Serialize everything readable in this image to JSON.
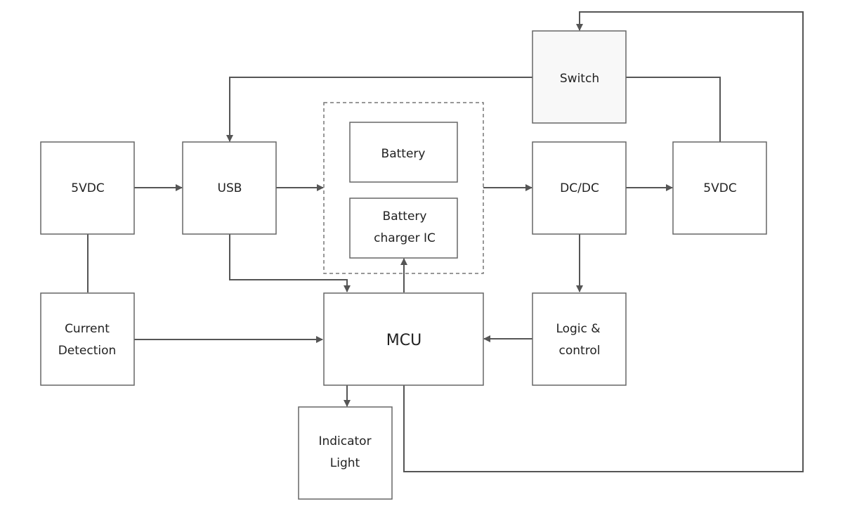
{
  "nodes": {
    "switch": {
      "label": "Switch"
    },
    "vdc_in": {
      "label": "5VDC"
    },
    "usb": {
      "label": "USB"
    },
    "battery": {
      "label": "Battery"
    },
    "charger": {
      "line1": "Battery",
      "line2": "charger IC"
    },
    "dcdc": {
      "label": "DC/DC"
    },
    "vdc_out": {
      "label": "5VDC"
    },
    "current": {
      "line1": "Current",
      "line2": "Detection"
    },
    "mcu": {
      "label": "MCU"
    },
    "logic": {
      "line1": "Logic &",
      "line2": "control"
    },
    "indicator": {
      "line1": "Indicator",
      "line2": "Light"
    }
  },
  "colors": {
    "stroke": "#666666",
    "connector": "#555555",
    "switch_fill": "#f8f8f8",
    "text": "#222222"
  }
}
